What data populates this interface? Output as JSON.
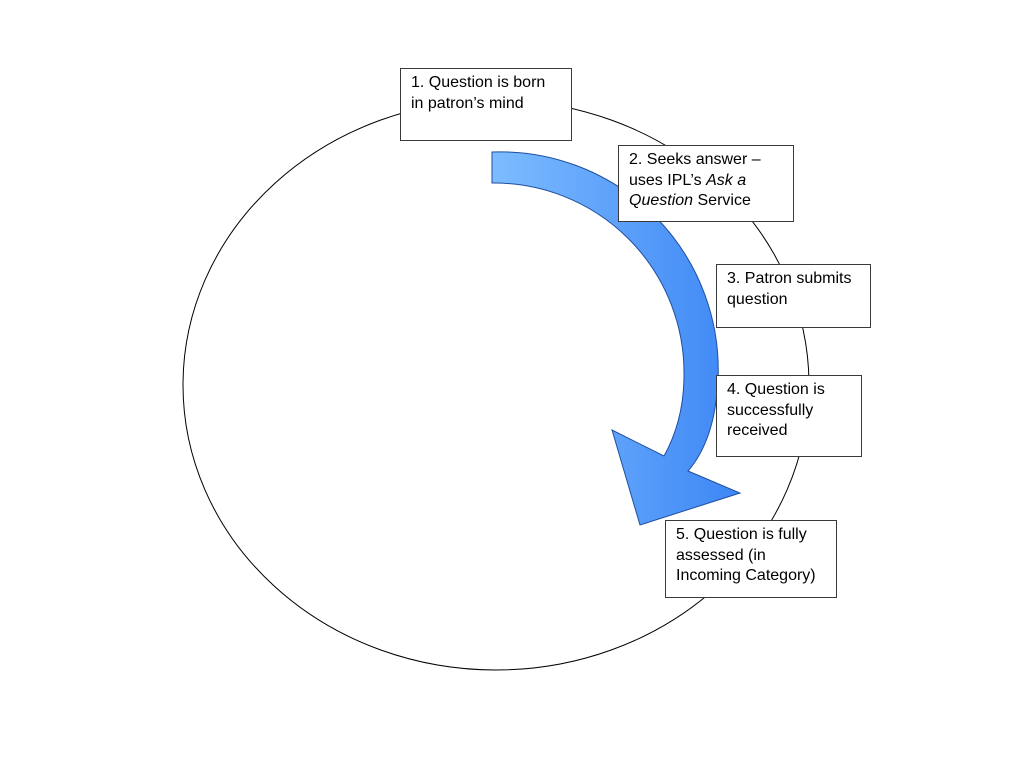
{
  "colors": {
    "arrow_light": "#7dbcff",
    "arrow_dark": "#3d86f5",
    "arrow_stroke": "#1f4fa0",
    "outline": "#000000",
    "background": "#ffffff"
  },
  "cycle": {
    "arrow_direction": "clockwise"
  },
  "steps": [
    {
      "lines": [
        "1.  Question is born",
        "in patron’s mind"
      ]
    },
    {
      "line1": "2.  Seeks answer –",
      "line2_prefix": "uses IPL’s ",
      "line2_italic": "Ask a",
      "line3_italic": "Question",
      "line3_suffix": " Service"
    },
    {
      "lines": [
        "3. Patron submits",
        "question"
      ]
    },
    {
      "lines": [
        "4. Question is",
        "successfully",
        "received"
      ]
    },
    {
      "lines": [
        "5.  Question is fully",
        "assessed (in",
        "Incoming Category)"
      ]
    }
  ]
}
